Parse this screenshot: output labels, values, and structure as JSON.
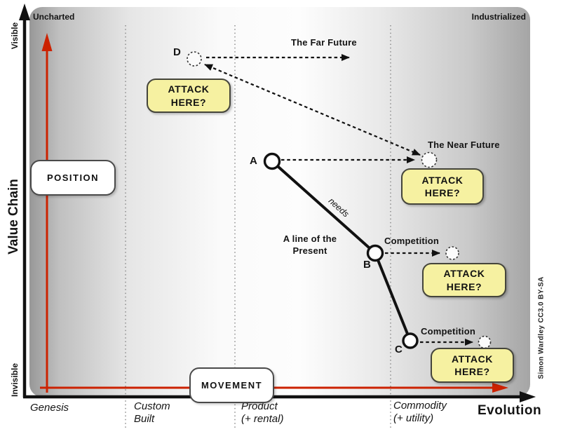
{
  "corners": {
    "top_left": "Uncharted",
    "top_right": "Industrialized"
  },
  "axis": {
    "value_chain": "Value Chain",
    "visible": "Visible",
    "invisible": "Invisible",
    "evolution": "Evolution"
  },
  "stages": [
    {
      "line1": "Genesis",
      "line2": ""
    },
    {
      "line1": "Custom",
      "line2": "Built"
    },
    {
      "line1": "Product",
      "line2": "(+ rental)"
    },
    {
      "line1": "Commodity",
      "line2": "(+ utility)"
    }
  ],
  "boxes": {
    "position": "POSITION",
    "movement": "MOVEMENT"
  },
  "attack": {
    "line1": "ATTACK",
    "line2": "HERE?"
  },
  "points": {
    "a": "A",
    "b": "B",
    "c": "C",
    "d": "D"
  },
  "annotations": {
    "far_future": "The Far Future",
    "near_future": "The Near Future",
    "competition": "Competition",
    "present_line1": "A line of the",
    "present_line2": "Present",
    "needs": "needs"
  },
  "attribution": "Simon Wardley CC3.0 BY-SA",
  "colors": {
    "accent_red": "#cc2200",
    "attack_fill": "#f6f1a1",
    "dotted_gray": "#8c8c8c"
  }
}
